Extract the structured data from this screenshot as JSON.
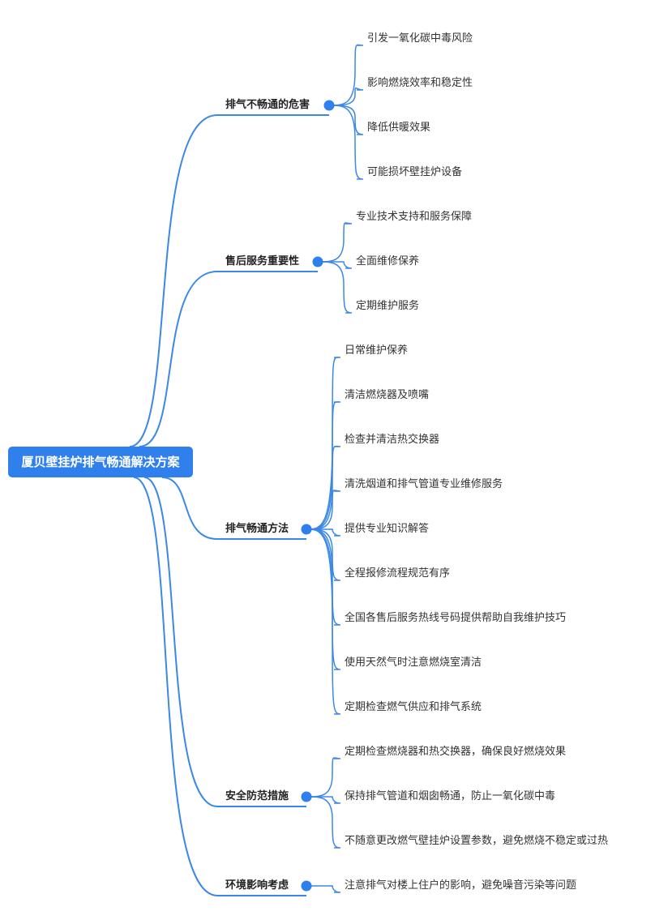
{
  "root": {
    "label": "厦贝壁挂炉排气畅通解决方案"
  },
  "branches": [
    {
      "label": "排气不畅通的危害",
      "leaves": [
        "引发一氧化碳中毒风险",
        "影响燃烧效率和稳定性",
        "降低供暖效果",
        "可能损坏壁挂炉设备"
      ]
    },
    {
      "label": "售后服务重要性",
      "leaves": [
        "专业技术支持和服务保障",
        "全面维修保养",
        "定期维护服务"
      ]
    },
    {
      "label": "排气畅通方法",
      "leaves": [
        "日常维护保养",
        "清洁燃烧器及喷嘴",
        "检查并清洁热交换器",
        "清洗烟道和排气管道专业维修服务",
        "提供专业知识解答",
        "全程报修流程规范有序",
        "全国各售后服务热线号码提供帮助自我维护技巧",
        "使用天然气时注意燃烧室清洁",
        "定期检查燃气供应和排气系统"
      ]
    },
    {
      "label": "安全防范措施",
      "leaves": [
        "定期检查燃烧器和热交换器，确保良好燃烧效果",
        "保持排气管道和烟囱畅通，防止一氧化碳中毒",
        "不随意更改燃气壁挂炉设置参数，避免燃烧不稳定或过热"
      ]
    },
    {
      "label": "环境影响考虑",
      "leaves": [
        "注意排气对楼上住户的影响，避免噪音污染等问题"
      ]
    }
  ],
  "colors": {
    "line": "#3b88e6",
    "accent": "#2f80ed",
    "text": "#333333"
  }
}
